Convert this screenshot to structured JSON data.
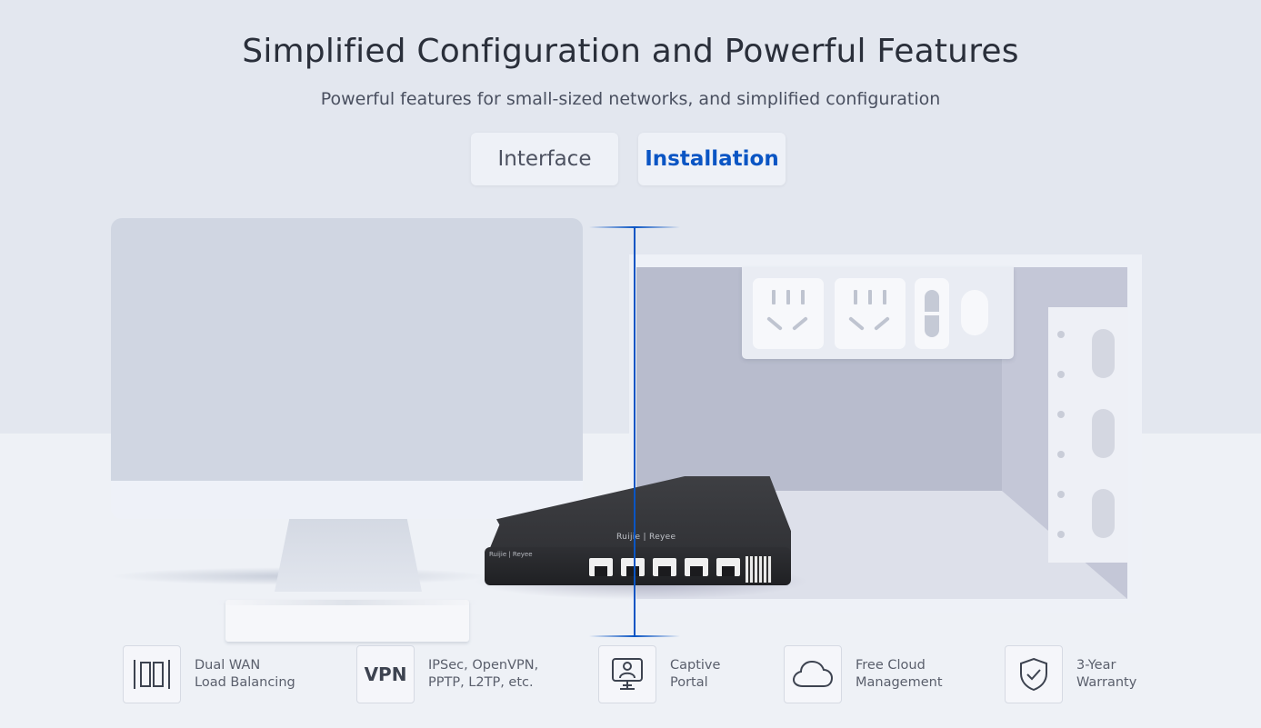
{
  "header": {
    "title": "Simplified Configuration and Powerful Features",
    "subtitle": "Powerful features for small-sized networks, and simplified configuration"
  },
  "tabs": [
    {
      "label": "Interface",
      "active": false
    },
    {
      "label": "Installation",
      "active": true
    }
  ],
  "colors": {
    "accent": "#0a55c4",
    "background": "#e3e7ef"
  },
  "device": {
    "brand": "Ruijie | Reyee"
  },
  "features": [
    {
      "icon": "dual-wan-icon",
      "line1": "Dual WAN",
      "line2": "Load Balancing"
    },
    {
      "icon": "vpn-icon",
      "icon_text": "VPN",
      "line1": "IPSec, OpenVPN,",
      "line2": "PPTP, L2TP, etc."
    },
    {
      "icon": "captive-portal-icon",
      "line1": "Captive",
      "line2": "Portal"
    },
    {
      "icon": "cloud-icon",
      "line1": "Free Cloud",
      "line2": "Management"
    },
    {
      "icon": "shield-check-icon",
      "line1": "3-Year",
      "line2": "Warranty"
    }
  ]
}
